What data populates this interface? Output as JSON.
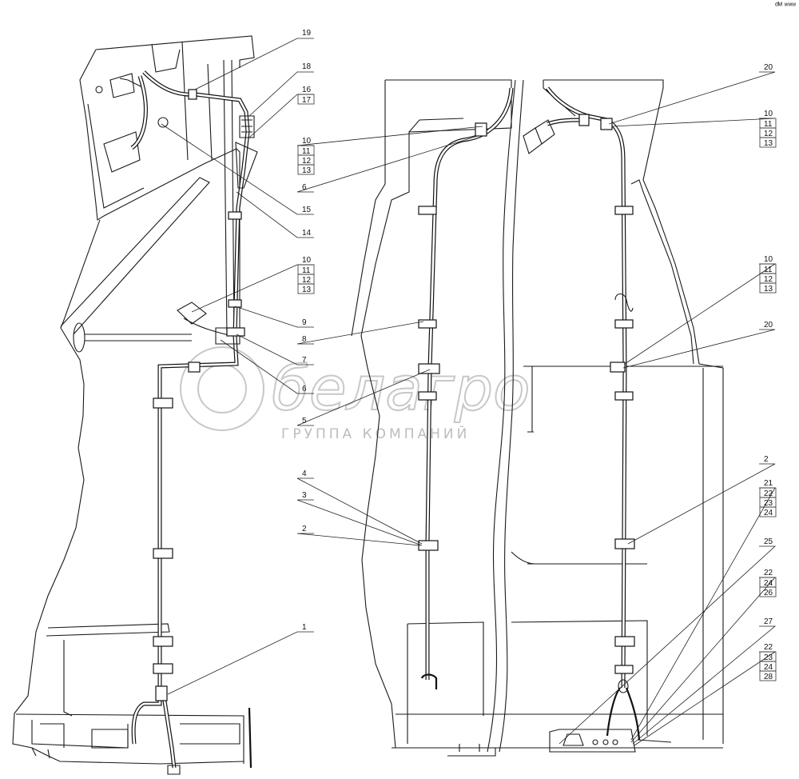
{
  "watermark": {
    "brand": "белагро",
    "subtitle": "ГРУППА КОМПАНИЙ"
  },
  "corner_mark": "ᵈᴹ ʷʷʷ",
  "callouts": {
    "left": [
      {
        "id": "c19",
        "text": "19"
      },
      {
        "id": "c18",
        "text": "18"
      },
      {
        "id": "c16",
        "text": "16"
      },
      {
        "id": "c17",
        "text": "17",
        "boxed": true
      },
      {
        "id": "c10a",
        "text": "10"
      },
      {
        "id": "c11a",
        "text": "11",
        "boxed": true
      },
      {
        "id": "c12a",
        "text": "12",
        "boxed": true
      },
      {
        "id": "c13a",
        "text": "13",
        "boxed": true
      },
      {
        "id": "c6a",
        "text": "6"
      },
      {
        "id": "c15",
        "text": "15"
      },
      {
        "id": "c14",
        "text": "14"
      },
      {
        "id": "c10b",
        "text": "10"
      },
      {
        "id": "c11b",
        "text": "11",
        "boxed": true
      },
      {
        "id": "c12b",
        "text": "12",
        "boxed": true
      },
      {
        "id": "c13b",
        "text": "13",
        "boxed": true
      },
      {
        "id": "c9",
        "text": "9"
      },
      {
        "id": "c8",
        "text": "8"
      },
      {
        "id": "c7",
        "text": "7"
      },
      {
        "id": "c6b",
        "text": "6"
      },
      {
        "id": "c5",
        "text": "5"
      },
      {
        "id": "c4",
        "text": "4"
      },
      {
        "id": "c3",
        "text": "3"
      },
      {
        "id": "c2a",
        "text": "2"
      },
      {
        "id": "c1",
        "text": "1"
      }
    ],
    "right": [
      {
        "id": "c20a",
        "text": "20"
      },
      {
        "id": "c10c",
        "text": "10"
      },
      {
        "id": "c11c",
        "text": "11",
        "boxed": true
      },
      {
        "id": "c12c",
        "text": "12",
        "boxed": true
      },
      {
        "id": "c13c",
        "text": "13",
        "boxed": true
      },
      {
        "id": "c10d",
        "text": "10"
      },
      {
        "id": "c11d",
        "text": "11",
        "boxed": true
      },
      {
        "id": "c12d",
        "text": "12",
        "boxed": true
      },
      {
        "id": "c13d",
        "text": "13",
        "boxed": true
      },
      {
        "id": "c20b",
        "text": "20"
      },
      {
        "id": "c2b",
        "text": "2"
      },
      {
        "id": "c21",
        "text": "21"
      },
      {
        "id": "c22a",
        "text": "22",
        "boxed": true
      },
      {
        "id": "c23a",
        "text": "23",
        "boxed": true
      },
      {
        "id": "c24a",
        "text": "24",
        "boxed": true
      },
      {
        "id": "c25",
        "text": "25"
      },
      {
        "id": "c22b",
        "text": "22"
      },
      {
        "id": "c24b",
        "text": "24",
        "boxed": true
      },
      {
        "id": "c26",
        "text": "26",
        "boxed": true
      },
      {
        "id": "c27",
        "text": "27"
      },
      {
        "id": "c22c",
        "text": "22"
      },
      {
        "id": "c23c",
        "text": "23",
        "boxed": true
      },
      {
        "id": "c24c",
        "text": "24",
        "boxed": true
      },
      {
        "id": "c28",
        "text": "28",
        "boxed": true
      }
    ]
  }
}
